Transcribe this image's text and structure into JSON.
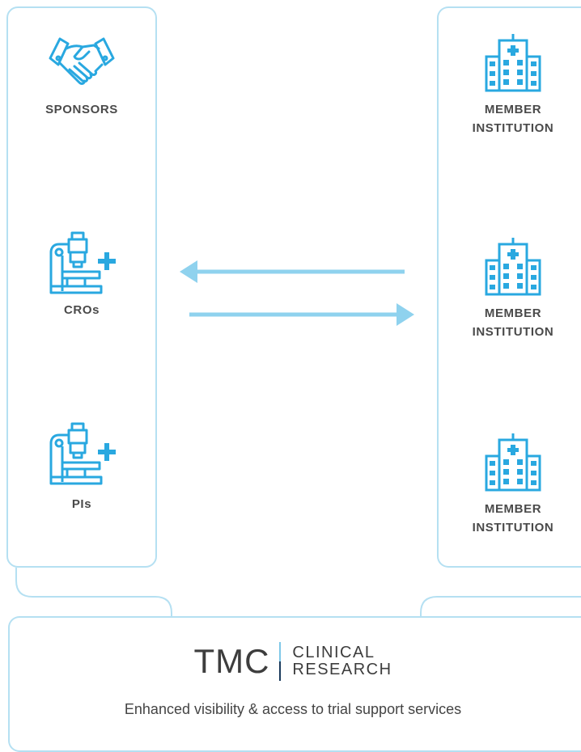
{
  "left_column": {
    "nodes": [
      {
        "label": "SPONSORS",
        "icon": "handshake-icon"
      },
      {
        "label": "CROs",
        "icon": "microscope-icon"
      },
      {
        "label": "PIs",
        "icon": "microscope-icon"
      }
    ]
  },
  "right_column": {
    "nodes": [
      {
        "label_line1": "MEMBER",
        "label_line2": "INSTITUTION",
        "icon": "hospital-icon"
      },
      {
        "label_line1": "MEMBER",
        "label_line2": "INSTITUTION",
        "icon": "hospital-icon"
      },
      {
        "label_line1": "MEMBER",
        "label_line2": "INSTITUTION",
        "icon": "hospital-icon"
      }
    ]
  },
  "arrows": [
    {
      "direction": "left"
    },
    {
      "direction": "right"
    }
  ],
  "footer": {
    "brand_main": "TMC",
    "brand_sub_line1": "CLINICAL",
    "brand_sub_line2": "RESEARCH",
    "tagline": "Enhanced visibility & access to trial support services"
  },
  "colors": {
    "icon": "#29a8e0",
    "arrow": "#8fd2ee",
    "border": "#b5e0f2",
    "text": "#4a4a4a"
  }
}
